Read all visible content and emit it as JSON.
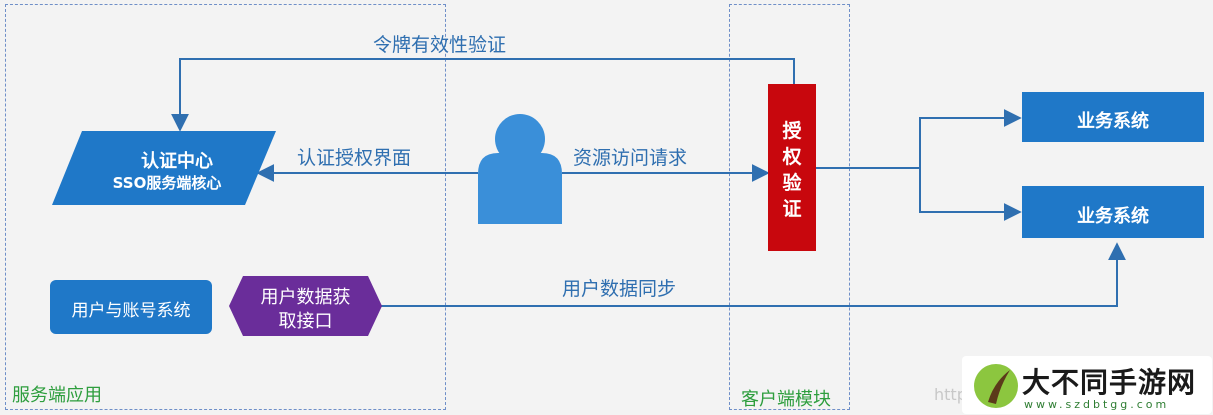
{
  "zones": {
    "server": "服务端应用",
    "client": "客户端模块"
  },
  "nodes": {
    "auth_center_title": "认证中心",
    "auth_center_sub": "SSO服务端核心",
    "user_account": "用户与账号系统",
    "user_data_api_line1": "用户数据获",
    "user_data_api_line2": "取接口",
    "auth_verify": [
      "授",
      "权",
      "验",
      "证"
    ],
    "business_1": "业务系统",
    "business_2": "业务系统"
  },
  "edges": {
    "token_validate": "令牌有效性验证",
    "auth_ui": "认证授权界面",
    "resource_request": "资源访问请求",
    "user_data_sync": "用户数据同步"
  },
  "watermark": {
    "brand": "大不同手游网",
    "url": "www.szdbtgg.com",
    "partial_text": "http"
  },
  "colors": {
    "blue": "#1f78c8",
    "red": "#c8070d",
    "purple": "#6a2d9a",
    "line": "#2f6fb0",
    "zone_label": "#2e9e3e"
  }
}
